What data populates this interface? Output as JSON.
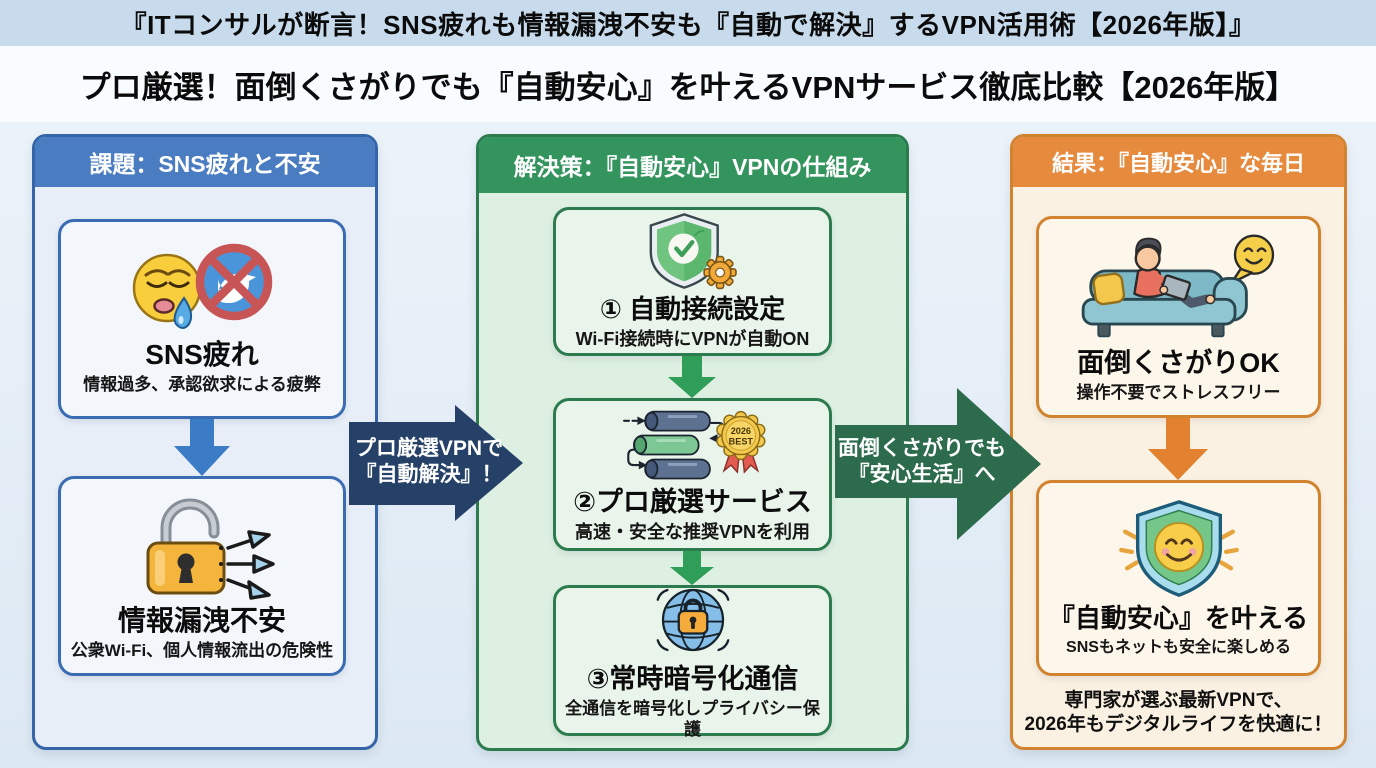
{
  "banner": {
    "title": "『ITコンサルが断言！SNS疲れも情報漏洩不安も『自動で解決』するVPN活用術【2026年版】』"
  },
  "subtitle": "プロ厳選！面倒くさがりでも『自動安心』を叶えるVPNサービス徹底比較【2026年版】",
  "columns": {
    "problem": {
      "header": "課題：SNS疲れと不安",
      "accent_color": "#4a7cc2",
      "cards": [
        {
          "title": "SNS疲れ",
          "desc": "情報過多、承認欲求による疲弊",
          "icon": "weary-face-blocked-sns"
        },
        {
          "title": "情報漏洩不安",
          "desc": "公衆Wi-Fi、個人情報流出の危険性",
          "icon": "leaking-unlocked-padlock"
        }
      ]
    },
    "solution": {
      "header": "解決策：『自動安心』VPNの仕組み",
      "accent_color": "#33945e",
      "cards": [
        {
          "title": "① 自動接続設定",
          "desc": "Wi-Fi接続時にVPNが自動ON",
          "icon": "shield-check-gear"
        },
        {
          "title": "②プロ厳選サービス",
          "desc": "高速・安全な推奨VPNを利用",
          "icon": "vpn-servers-best-badge"
        },
        {
          "title": "③常時暗号化通信",
          "desc": "全通信を暗号化しプライバシー保護",
          "icon": "globe-padlock"
        }
      ],
      "badge": {
        "year": "2026",
        "label": "BEST"
      }
    },
    "result": {
      "header": "結果：『自動安心』な毎日",
      "accent_color": "#e68a3d",
      "cards": [
        {
          "title": "面倒くさがりOK",
          "desc": "操作不要でストレスフリー",
          "icon": "relaxing-on-couch"
        },
        {
          "title": "『自動安心』を叶える",
          "desc": "SNSもネットも安全に楽しめる",
          "icon": "shield-smiley"
        }
      ],
      "footer": {
        "line1": "専門家が選ぶ最新VPNで、",
        "line2": "2026年もデジタルライフを快適に！"
      }
    }
  },
  "arrows": {
    "problem_to_solution": {
      "line1": "プロ厳選VPNで",
      "line2": "『自動解決』！",
      "color": "#264168"
    },
    "solution_to_result": {
      "line1": "面倒くさがりでも",
      "line2": "『安心生活』へ",
      "color": "#2d6b4d"
    }
  }
}
